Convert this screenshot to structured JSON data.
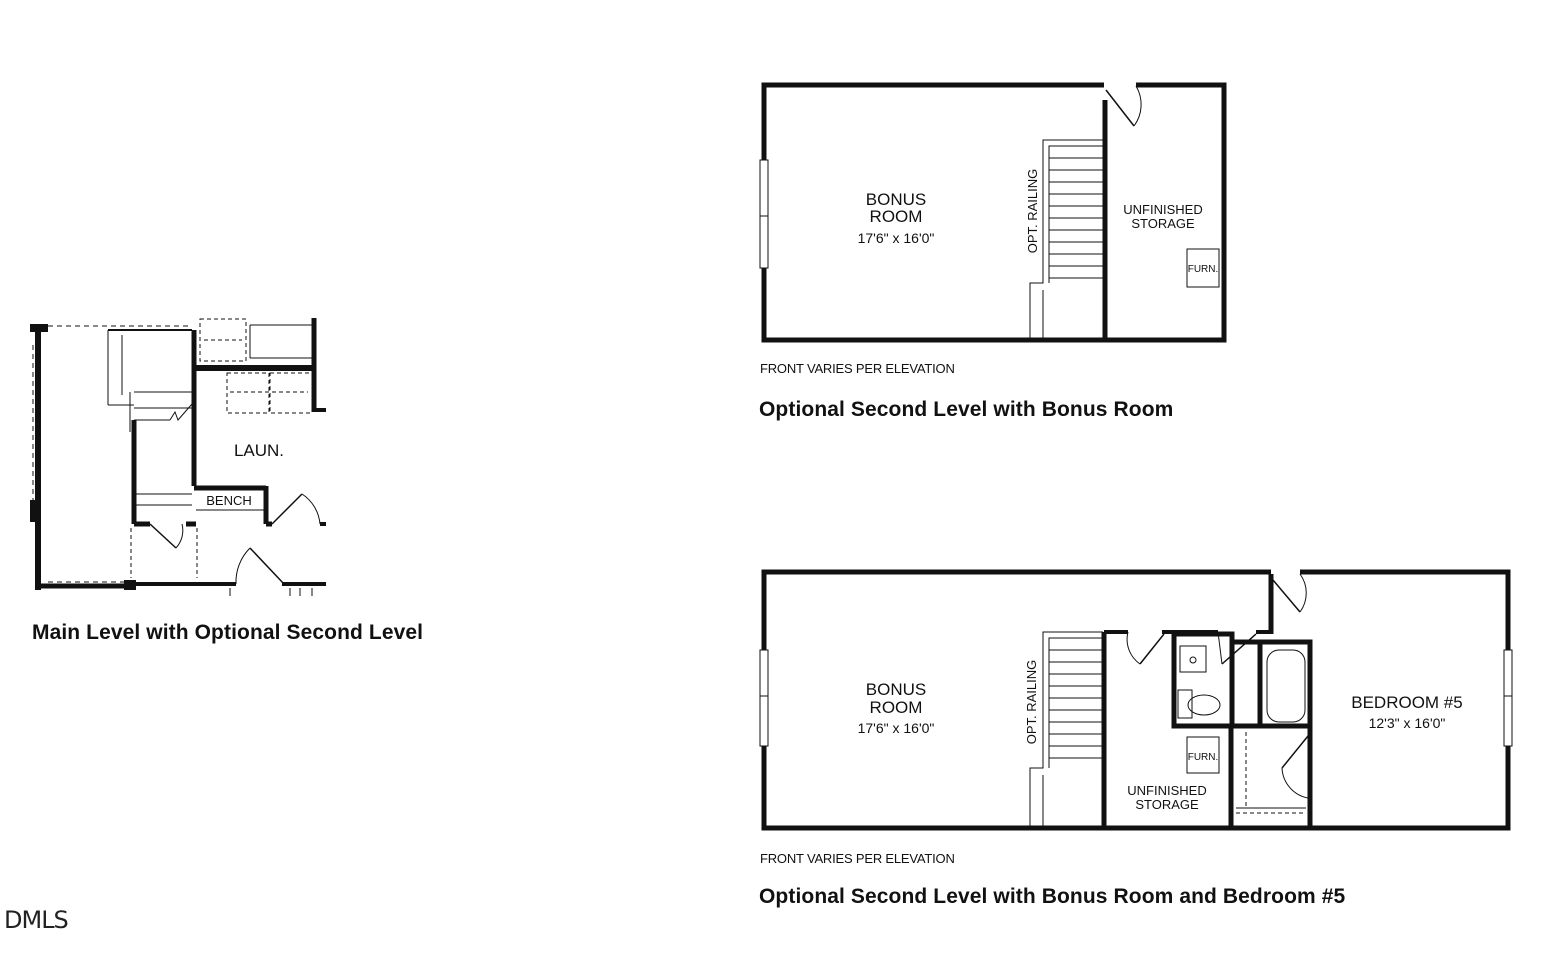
{
  "main_level": {
    "rooms": {
      "laundry": "LAUN.",
      "bench": "BENCH"
    },
    "caption": "Main Level with Optional Second Level"
  },
  "plan_bonus": {
    "rooms": {
      "bonus_line1": "BONUS",
      "bonus_line2": "ROOM",
      "bonus_dim": "17'6\" x 16'0\"",
      "railing": "OPT. RAILING",
      "storage_line1": "UNFINISHED",
      "storage_line2": "STORAGE",
      "furnace": "FURN."
    },
    "note": "FRONT VARIES PER ELEVATION",
    "caption": "Optional Second Level with Bonus Room"
  },
  "plan_bonus_bedroom": {
    "rooms": {
      "bonus_line1": "BONUS",
      "bonus_line2": "ROOM",
      "bonus_dim": "17'6\" x 16'0\"",
      "railing": "OPT. RAILING",
      "storage_line1": "UNFINISHED",
      "storage_line2": "STORAGE",
      "furnace": "FURN.",
      "bedroom": "BEDROOM #5",
      "bedroom_dim": "12'3\" x 16'0\""
    },
    "note": "FRONT VARIES PER ELEVATION",
    "caption": "Optional Second Level with Bonus Room and Bedroom #5"
  },
  "watermark": "DMLS"
}
